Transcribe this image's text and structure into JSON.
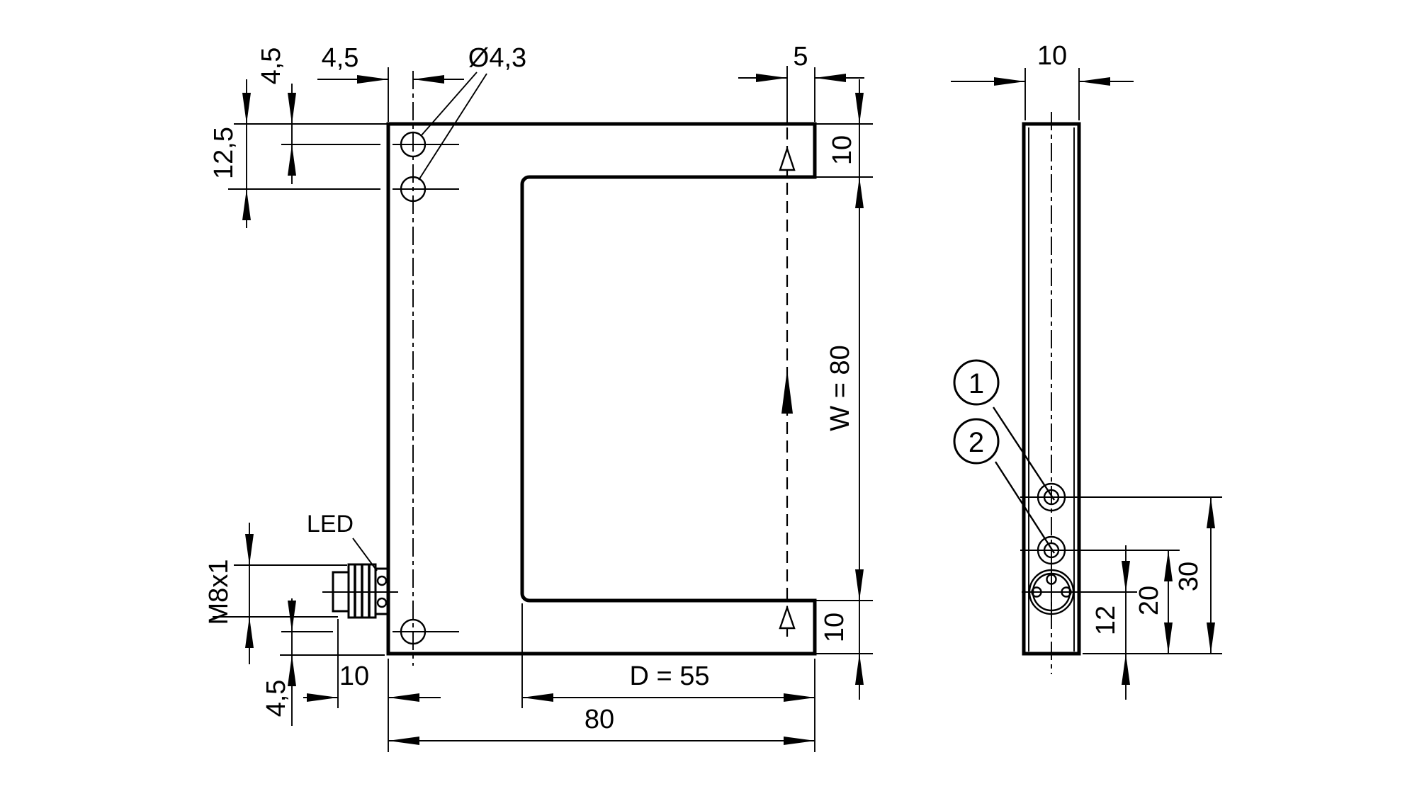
{
  "drawing_type": "dimensional drawing, fork sensor, two orthographic views",
  "colors": {
    "line": "#000000",
    "background": "#ffffff"
  },
  "front": {
    "dim_hole1_top": "4,5",
    "dim_hole2_top": "12,5",
    "dim_hole_left": "4,5",
    "label_hole_dia": "Ø4,3",
    "dim_beam_edge": "5",
    "dim_arm_top": "10",
    "dim_fork_width": "W = 80",
    "dim_arm_bottom": "10",
    "dim_fork_depth": "D = 55",
    "dim_overall_width": "80",
    "dim_connector_offset": "10",
    "dim_hole3_bottom": "4,5",
    "label_led": "LED",
    "label_thread": "M8x1"
  },
  "side": {
    "dim_thickness": "10",
    "dim_connector_center": "12",
    "dim_led2_center": "20",
    "dim_led1_center": "30",
    "balloon_1": "1",
    "balloon_2": "2"
  }
}
